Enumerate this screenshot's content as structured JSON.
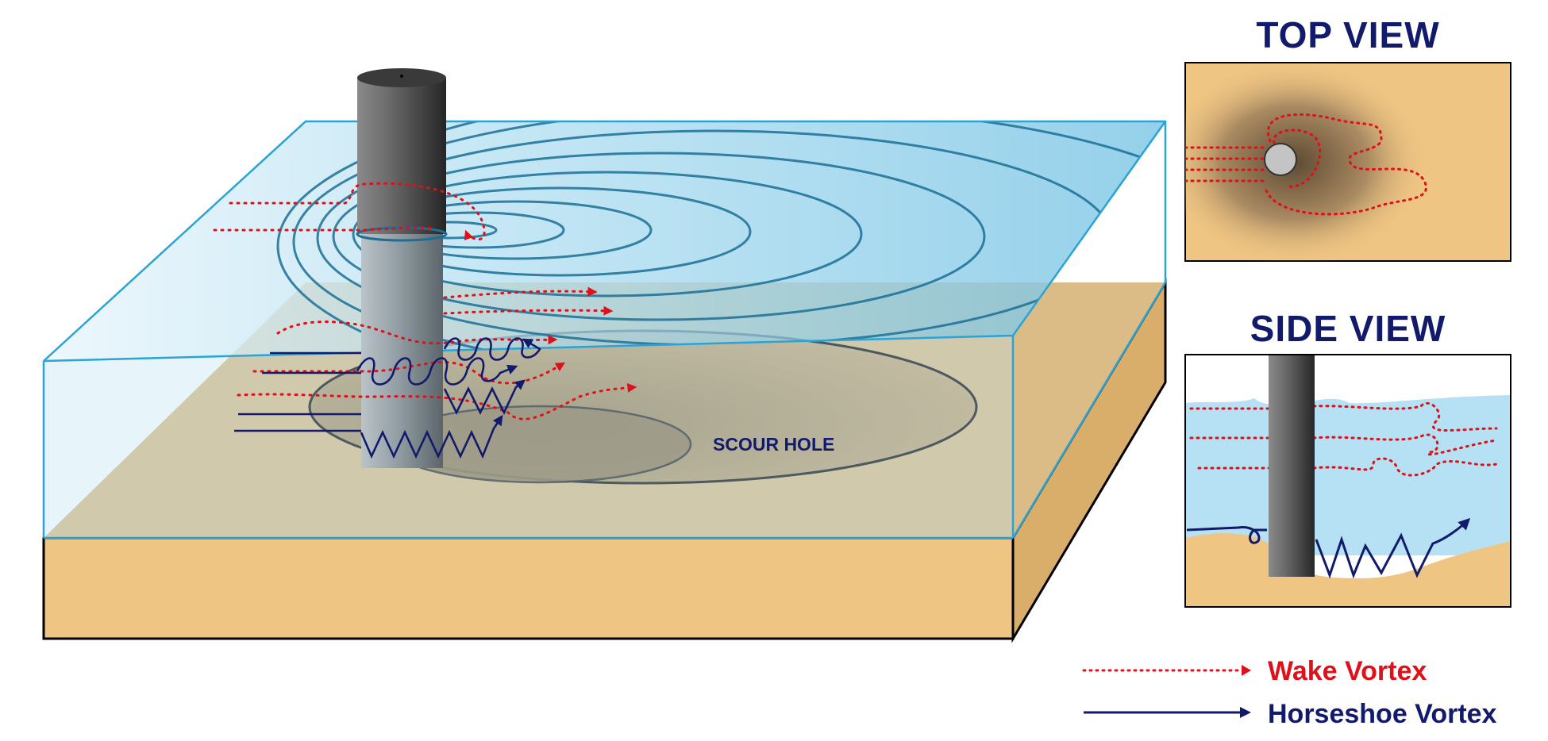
{
  "main_diagram": {
    "scour_label": "SCOUR HOLE"
  },
  "top_view": {
    "title": "TOP VIEW"
  },
  "side_view": {
    "title": "SIDE VIEW"
  },
  "legend": {
    "wake_label": "Wake Vortex",
    "horseshoe_label": "Horseshoe Vortex",
    "wake_color": "#e0101a",
    "horseshoe_color": "#121a6b"
  },
  "colors": {
    "sand": "#efc583",
    "water": "#7fc8e6",
    "water_edge": "#2aa3d6",
    "pier": "#555555"
  }
}
